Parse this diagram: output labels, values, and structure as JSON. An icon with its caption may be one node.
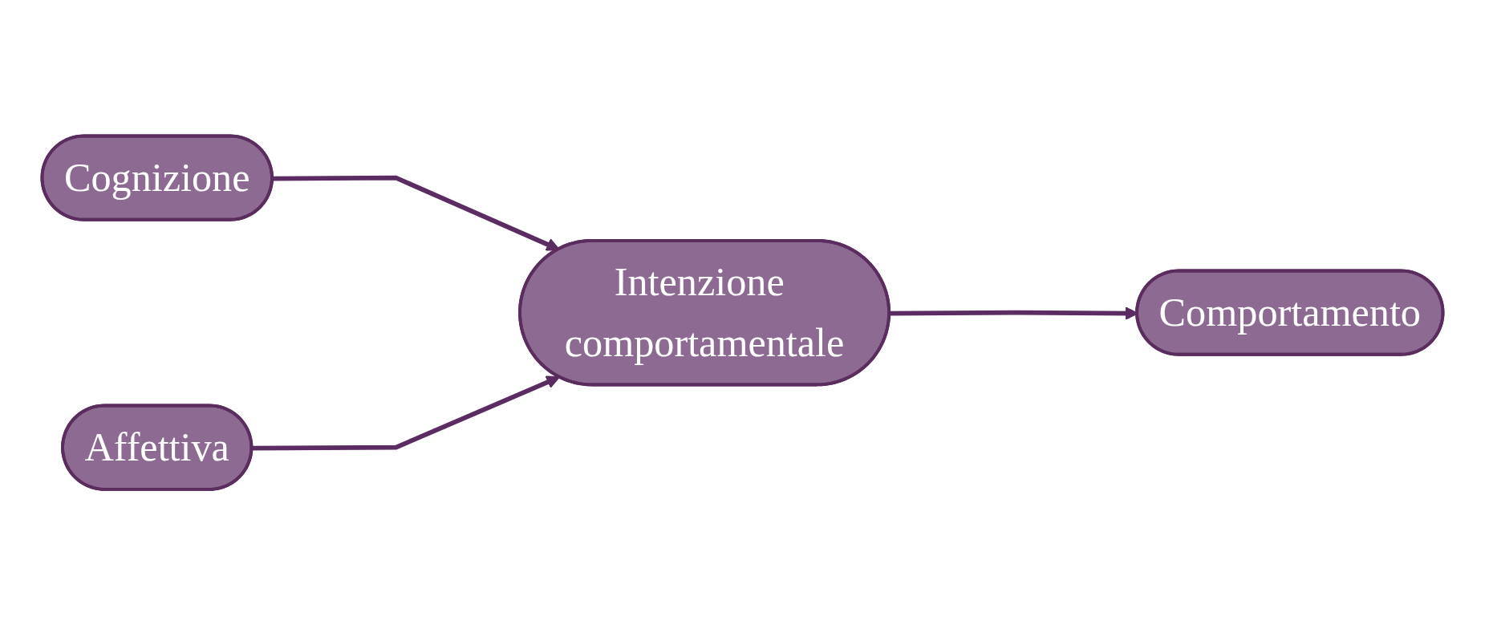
{
  "diagram": {
    "nodes": [
      {
        "text": [
          "Cognizione"
        ]
      },
      {
        "text": [
          "Intenzione comportamentale"
        ]
      },
      {
        "text": [
          "Comportamento"
        ]
      },
      {
        "text": [
          "Affettiva"
        ]
      }
    ],
    "edges": [
      {
        "from": 0,
        "to": 1,
        "arrow": "to"
      },
      {
        "from": 3,
        "to": 1,
        "arrow": "to"
      },
      {
        "from": 1,
        "to": 2,
        "arrow": "to"
      }
    ]
  }
}
